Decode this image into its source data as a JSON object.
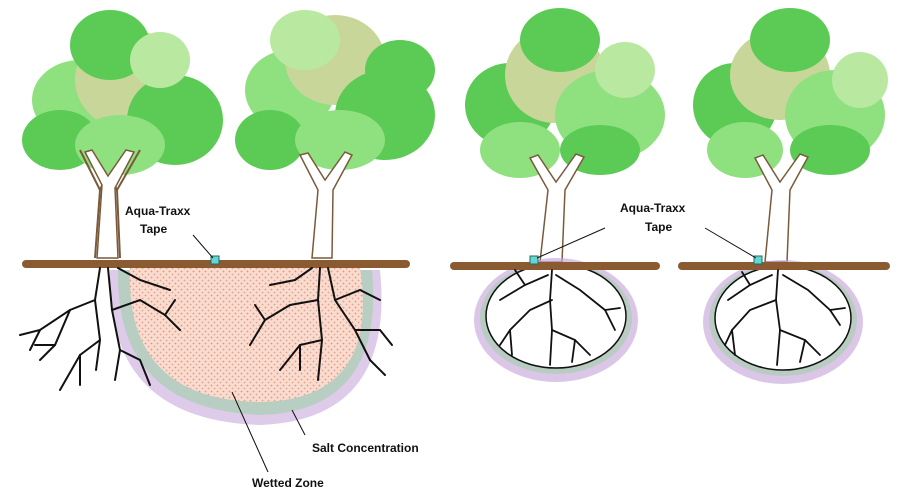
{
  "labels": {
    "tape_left": [
      "Aqua-Traxx",
      "Tape"
    ],
    "tape_right": [
      "Aqua-Traxx",
      "Tape"
    ],
    "salt": "Salt Concentration",
    "wetted": "Wetted Zone"
  },
  "colors": {
    "foliage_dark": "#5ccb55",
    "foliage_mid": "#8fe07f",
    "foliage_light": "#b9e8a0",
    "foliage_olive": "#c9d69a",
    "trunk_fill": "#ffffff",
    "trunk_line": "#7a5a3a",
    "ground": "#8a5a30",
    "wetted_zone": "#f6d6c8",
    "wetted_dots": "#e6937c",
    "salt_purple": "#c8a8dc",
    "salt_green": "#a9cfb2",
    "salt_blue": "#9fc6e6",
    "roots": "#111111",
    "emitter": "#66d6d0"
  }
}
